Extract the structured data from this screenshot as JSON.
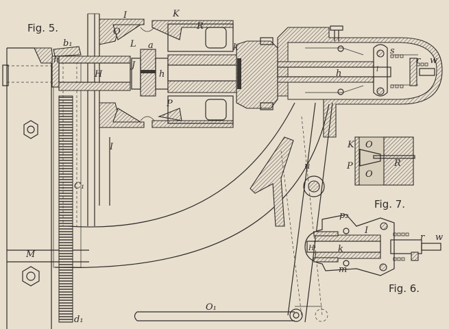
{
  "figures": {
    "fig5": "Fig. 5.",
    "fig6": "Fig. 6.",
    "fig7": "Fig. 7."
  },
  "labels": {
    "b1": "b₁",
    "h_left": "h",
    "H": "H",
    "I_top": "I",
    "O_top": "O",
    "L": "L",
    "a": "a",
    "J": "J",
    "h_mid": "h",
    "K": "K",
    "R": "R",
    "k": "k",
    "P": "P",
    "I_bottom": "I",
    "C1": "C₁",
    "M": "M",
    "d1": "d₁",
    "O1": "O₁",
    "u": "u",
    "s": "s",
    "r": "r",
    "w": "w",
    "h_right": "h",
    "l": "l",
    "fig7_K": "K",
    "fig7_O": "O",
    "fig7_P": "P",
    "fig7_O2": "O",
    "fig7_R": "R",
    "fig6_p2": "p₂",
    "fig6_I": "I",
    "fig6_H": "H",
    "fig6_k": "k",
    "fig6_m": "m",
    "fig6_r": "r",
    "fig6_w": "w"
  },
  "colors": {
    "paper": "#e8dfcf",
    "ink": "#2e2b28"
  }
}
